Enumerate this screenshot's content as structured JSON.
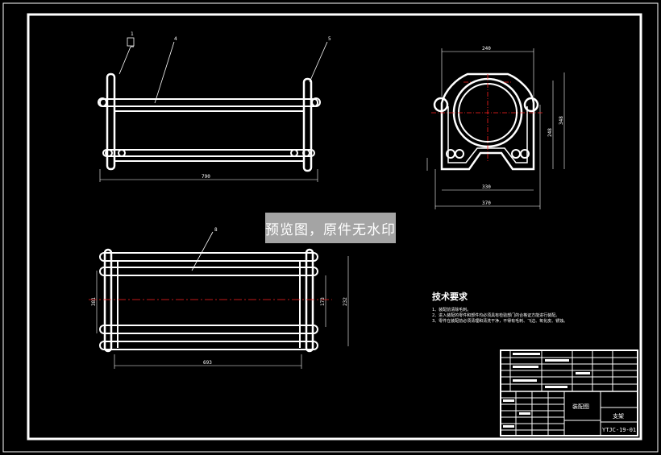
{
  "watermark": "预览图，原件无水印",
  "technical_requirements": {
    "title": "技术要求",
    "lines": [
      "1、装配前清除毛刺。",
      "2、进入装配的零件和部件均必须具有检验部门的合格证方能进行装配。",
      "3、零件在装配前必须清理和清洗干净，不得有毛刺、飞边、氧化皮、锈蚀。"
    ]
  },
  "views": {
    "front": {
      "balloons": [
        "1",
        "4",
        "5"
      ],
      "dim_overall_width": "790"
    },
    "side": {
      "dim_top_width": "240",
      "dim_base_width": "330",
      "dim_overall_width": "370",
      "dim_height_inner": "248",
      "dim_height_outer": "348"
    },
    "plan": {
      "balloon": "8",
      "dim_length": "693",
      "dim_inner": "173",
      "dim_outer": "232",
      "dim_left": "381"
    }
  },
  "title_block": {
    "drawing_name": "装配图",
    "material": "支架",
    "drawing_number": "YTJC-19-01"
  },
  "colors": {
    "line": "#ffffff",
    "centerline": "#ff2020",
    "background": "#000000",
    "watermark_bg": "#c8c8c8"
  }
}
